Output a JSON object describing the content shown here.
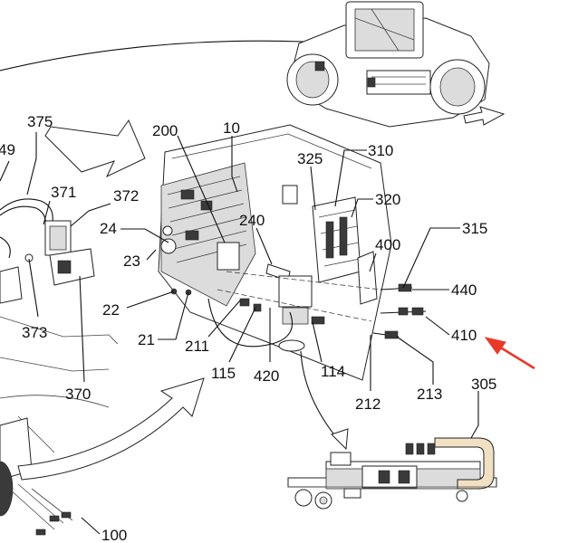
{
  "colors": {
    "line": "#111111",
    "pointer_arrow": "#e8392b",
    "harness_fill": "#f2e0c4",
    "board_green": "#8fc98f"
  },
  "labels": [
    {
      "id": "375",
      "text": "375"
    },
    {
      "id": "49",
      "text": "49"
    },
    {
      "id": "371",
      "text": "371"
    },
    {
      "id": "372",
      "text": "372"
    },
    {
      "id": "373",
      "text": "373"
    },
    {
      "id": "370",
      "text": "370"
    },
    {
      "id": "200",
      "text": "200"
    },
    {
      "id": "10",
      "text": "10"
    },
    {
      "id": "24",
      "text": "24"
    },
    {
      "id": "23",
      "text": "23"
    },
    {
      "id": "22",
      "text": "22"
    },
    {
      "id": "21",
      "text": "21"
    },
    {
      "id": "211",
      "text": "211"
    },
    {
      "id": "115",
      "text": "115"
    },
    {
      "id": "420",
      "text": "420"
    },
    {
      "id": "114",
      "text": "114"
    },
    {
      "id": "240",
      "text": "240"
    },
    {
      "id": "325",
      "text": "325"
    },
    {
      "id": "310",
      "text": "310"
    },
    {
      "id": "320",
      "text": "320"
    },
    {
      "id": "400",
      "text": "400"
    },
    {
      "id": "315",
      "text": "315"
    },
    {
      "id": "440",
      "text": "440"
    },
    {
      "id": "410",
      "text": "410"
    },
    {
      "id": "212",
      "text": "212"
    },
    {
      "id": "213",
      "text": "213"
    },
    {
      "id": "305",
      "text": "305"
    },
    {
      "id": "100",
      "text": "100"
    }
  ]
}
